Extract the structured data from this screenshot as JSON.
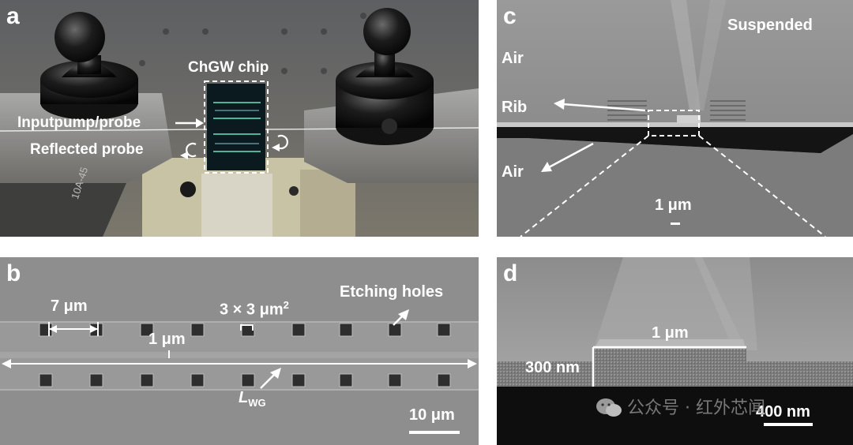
{
  "panels": {
    "a": {
      "letter": "a",
      "chip_label": "ChGW chip",
      "input_label": "Inputpump/probe",
      "reflected_label": "Reflected probe",
      "side_text": "10A-45"
    },
    "b": {
      "letter": "b",
      "pitch_label": "7 μm",
      "hole_size_label": "3 × 3 μm",
      "hole_size_sup": "2",
      "etching_label": "Etching holes",
      "width_label": "1 μm",
      "length_label": "L",
      "length_sub": "WG",
      "scale_label": "10 μm"
    },
    "c": {
      "letter": "c",
      "suspended_label": "Suspended",
      "air_top_label": "Air",
      "rib_label": "Rib",
      "air_bottom_label": "Air",
      "scale_label": "1 μm"
    },
    "d": {
      "letter": "d",
      "width_label": "1 μm",
      "height_label": "300 nm",
      "scale_label": "400 nm"
    }
  },
  "watermark": {
    "text": "公众号 · 红外芯闻",
    "icon": "wechat-icon"
  }
}
